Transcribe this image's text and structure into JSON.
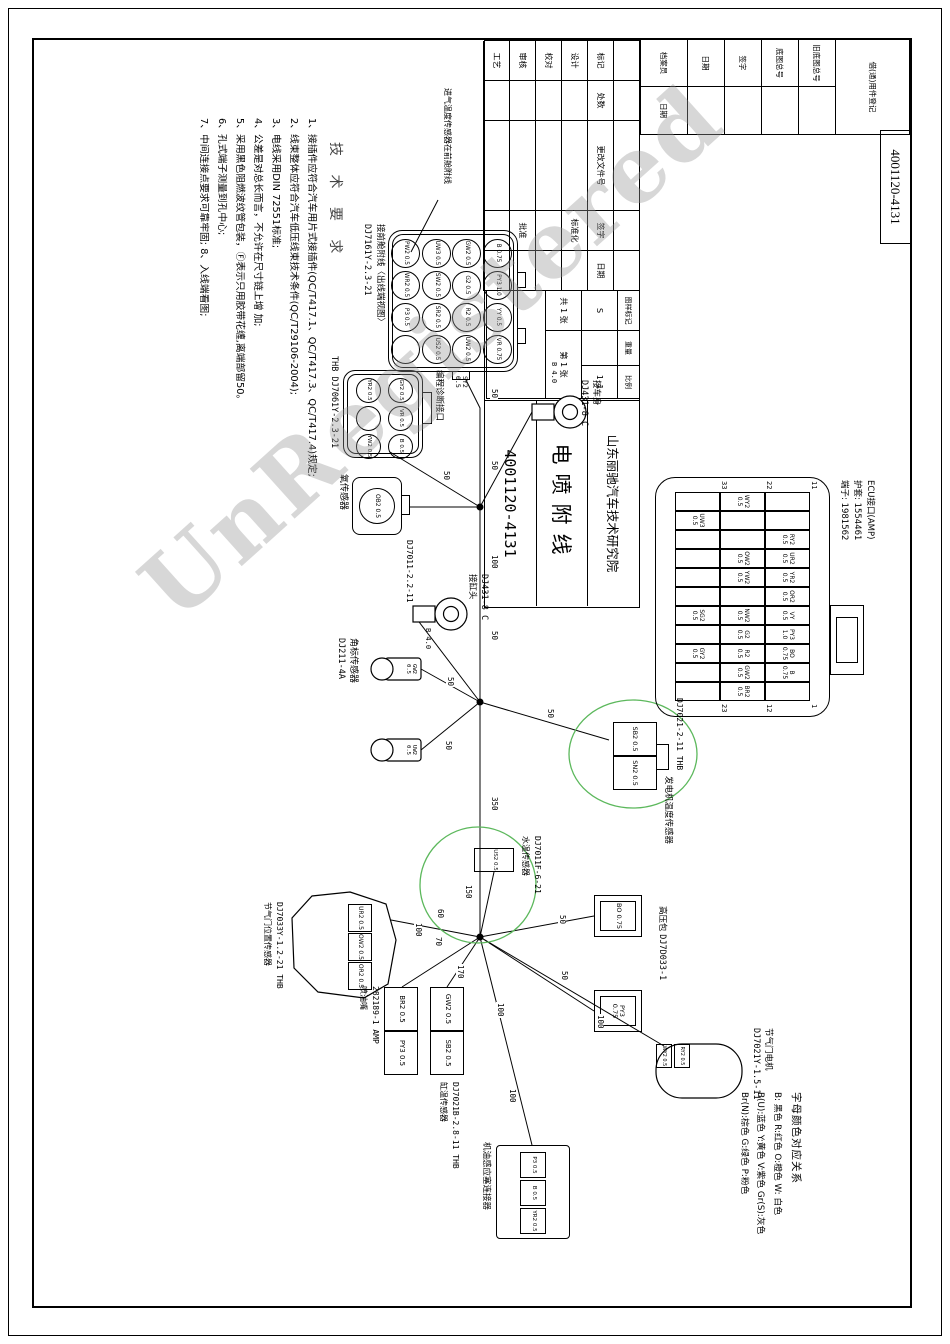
{
  "drawing_number": "4001120-4131",
  "watermark": "UnRegistered",
  "colors": {
    "line": "#000000",
    "highlight_green": "#5cb85c",
    "watermark_gray": "#969696"
  },
  "reg_strip": {
    "borrow": "借(通)用件登记",
    "old_base_no": "旧底图总号",
    "base_no": "底图总号",
    "sign": "签字",
    "date": "日期",
    "archivist": "档案员",
    "date2": "日期"
  },
  "tech": {
    "title": "技 术 要 求",
    "lines": [
      "1、接插件应符合汽车用片式接插件(QC/T417.1、QC/T417.3、QC/T417.4)规定;",
      "2、线束整体应符合汽车低压线束技术条件(QC/T29106-2004);",
      "3、电线采用DIN 72551标准;",
      "4、公差是对总长而言，不允许在尺寸链上增 加;",
      "5、采用黑色阻燃波纹管包装，Ⓕ表示只用胶带花缠,离端部留50。",
      "6、孔式端子测量到孔中心;",
      "7、中间连接点要求可靠牢固;  8、入线端看图;"
    ]
  },
  "main16": {
    "part": "DJ7161Y-2.3-21",
    "view": "接前舱附线〈出线端视图〉",
    "sensor_note": "进气温度传感器在前舱附线",
    "trunk_wire": "SY2 0.5",
    "rows": [
      [
        "B 0.75",
        "PY3 1.0",
        "YY 0.5",
        "VR 0.75"
      ],
      [
        "GW2 0.5",
        "G2 0.5",
        "R2 0.5",
        "UW2 0.5"
      ],
      [
        "UW3 0.5",
        "SW2 0.5",
        "SR2 0.5",
        "US2 0.5"
      ],
      [
        "PW2 0.5",
        "WR2 0.5",
        "P3 0.5",
        ""
      ]
    ]
  },
  "ecu": {
    "title": "ECU接口(AMP)",
    "sheath": "护套: 1554461",
    "terminal": "端子: 1981562",
    "left_nums": [
      "11",
      "22",
      "33"
    ],
    "right_nums": [
      "1",
      "12",
      "23"
    ],
    "rows": [
      [
        "",
        "",
        "RY2 0.5",
        "UR2 0.5",
        "YR2 0.5",
        "OR2 0.5",
        "VY 0.5",
        "PY3 1.0",
        "BO 0.75",
        "B 0.75",
        ""
      ],
      [
        "WY2 0.5",
        "",
        "",
        "OW2 0.5",
        "YW2 0.5",
        "",
        "NW2 0.5",
        "G2 0.5",
        "R2 0.5",
        "GW2 0.5",
        "BR2 0.5"
      ],
      [
        "",
        "UW3 0.5",
        "",
        "",
        "",
        "",
        "SG2 0.5",
        "",
        "GY2 0.5",
        "",
        ""
      ]
    ]
  },
  "diag": {
    "name": "编程诊断接口",
    "part": "THB DJ7061Y-2.3-21",
    "rows": [
      [
        "GY2 0.5",
        "VR 0.5",
        "B 0.5"
      ],
      [
        "YR2 0.5",
        "",
        "YW2 0.5"
      ]
    ]
  },
  "oxygen": {
    "name": "氧传感器",
    "part": "DJ7011-2.2-11",
    "pin": "OB2 0.5"
  },
  "body_ring": {
    "name": "接车身",
    "part": "DJ431-8  C",
    "wire": "B 4.0"
  },
  "head_ring": {
    "name": "接缸头",
    "part": "DJ431-8  C",
    "wire": "B 4.0"
  },
  "angle_sensor": {
    "name": "角标传感器",
    "part": "DJ211-4A",
    "pins": [
      "GW2 0.5",
      "UW2 0.5"
    ]
  },
  "gen_temp": {
    "part": "DJ7021-2-11 THB",
    "name": "发电机温度传感器",
    "pins": [
      "SB2 0.5",
      "SN2 0.5"
    ]
  },
  "water_temp": {
    "part": "DJ7011F-6-21",
    "name": "水温传感器",
    "pin": "US2 0.5"
  },
  "tps": {
    "part": "DJ7033Y-1.2-21 THB",
    "name": "节气门位置传感器",
    "pins": [
      "UR2 0.5",
      "OW2 0.5",
      "OR2 0.5"
    ]
  },
  "cyl_temp": {
    "part": "DJ7021B-2.8-11 THB",
    "name": "缸温传感器",
    "pins": [
      "GW2 0.5",
      "SB2 0.5"
    ]
  },
  "injector": {
    "part": "282189-1 AMP",
    "name": "喷油嘴",
    "pins": [
      "BR2 0.5",
      "PY3 0.5"
    ]
  },
  "coil": {
    "name": "高压包",
    "part": "DJ7D033-1",
    "pins": [
      "BO 0.75",
      "PY3 0.75"
    ]
  },
  "motor": {
    "name": "节气门电机",
    "part": "DJ7021Y-1.5-11",
    "pins": [
      "RY2 0.5",
      "WY2 0.5"
    ]
  },
  "oil_sender": {
    "name": "机油感应塞连接器",
    "pins": [
      "P3 0.5",
      "B 0.5",
      "YR2 0.5"
    ]
  },
  "legend": {
    "title": "字母颜色对应关系",
    "rows": [
      "B: 黑色  R:红色  O:橙色  W: 白色",
      "B(U):蓝色  Y:黄色  V:紫色  Gr(S):灰色",
      "Br(N):棕色  G:绿色  P:粉色"
    ]
  },
  "dims": [
    "50",
    "50",
    "100",
    "50",
    "350",
    "50",
    "50",
    "50",
    "50",
    "150",
    "60",
    "70",
    "170",
    "100",
    "50",
    "50",
    "100",
    "100",
    "100"
  ],
  "title_block": {
    "mark": "标记",
    "count": "处数",
    "doc": "更改文件号",
    "sign": "签字",
    "date": "日期",
    "design": "设计",
    "check": "校对",
    "review": "审核",
    "craft": "工艺",
    "standard": "标准化",
    "approve": "批准",
    "stamp_lbl": "图样标记",
    "weight_lbl": "重量",
    "scale_lbl": "比例",
    "stage": "S",
    "scale": "1:1",
    "sheets": "共 1 张",
    "sheet_no": "第 1 张",
    "company": "山东丽驰汽车技术研究院",
    "product": "电喷附线",
    "number": "4001120-4131"
  }
}
